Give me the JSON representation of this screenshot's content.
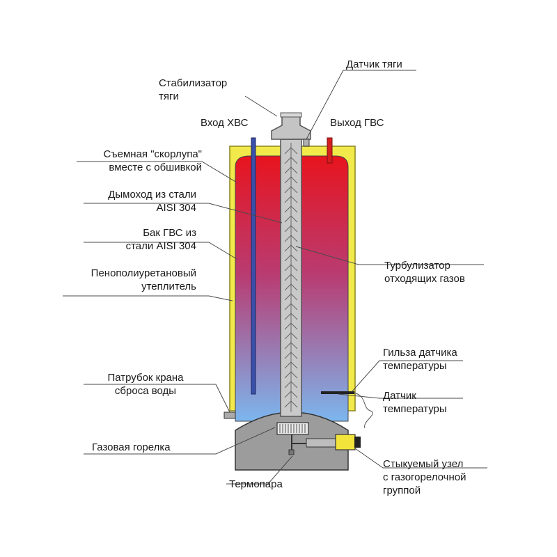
{
  "colors": {
    "shell": "#f2ea4a",
    "shell_stroke": "#8a8420",
    "tank_top": "#e8141e",
    "tank_bottom": "#7cb6ee",
    "flue": "#c9c9c9",
    "burner_base": "#9c9c9c",
    "cold_pipe": "#3a4fa8",
    "hot_pipe": "#d42020",
    "unit": "#f2e43a",
    "leader": "#4a4a4a"
  },
  "labels": {
    "draft_stabilizer_l1": "Стабилизатор",
    "draft_stabilizer_l2": "тяги",
    "draft_sensor": "Датчик тяги",
    "cold_inlet": "Вход ХВС",
    "hot_outlet": "Выход ГВС",
    "shell_l1": "Съемная \"скорлупа\"",
    "shell_l2": "вместе с обшивкой",
    "flue_l1": "Дымоход из стали",
    "flue_l2": "AISI 304",
    "tank_l1": "Бак ГВС  из",
    "tank_l2": "стали AISI 304",
    "insulation_l1": "Пенополиуретановый",
    "insulation_l2": "утеплитель",
    "turbulizer_l1": "Турбулизатор",
    "turbulizer_l2": "отходящих газов",
    "sleeve_l1": "Гильза датчика",
    "sleeve_l2": "температуры",
    "temp_sensor_l1": "Датчик",
    "temp_sensor_l2": "температуры",
    "drain_l1": "Патрубок крана",
    "drain_l2": "сброса воды",
    "burner": "Газовая горелка",
    "thermocouple": "Термопара",
    "unit_l1": "Стыкуемый узел",
    "unit_l2": "с газогорелочной",
    "unit_l3": "группой"
  }
}
